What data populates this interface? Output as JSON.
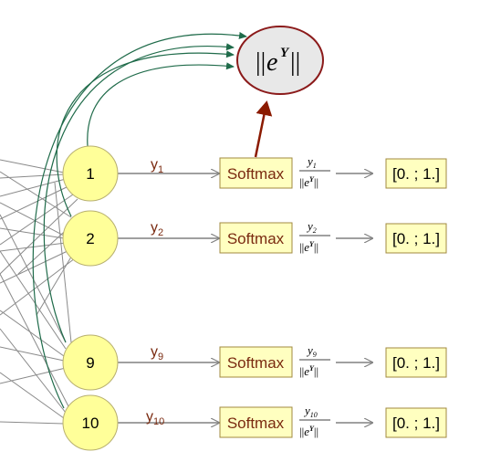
{
  "norm_node": {
    "bars": "||",
    "base": "e",
    "exponent": "Y"
  },
  "softmax_label": "Softmax",
  "rows": [
    {
      "neuron": "1",
      "y_base": "y",
      "y_sub": "1",
      "num_base": "y",
      "num_sub": "1",
      "range": "[0. ; 1.]"
    },
    {
      "neuron": "2",
      "y_base": "y",
      "y_sub": "2",
      "num_base": "y",
      "num_sub": "2",
      "range": "[0. ; 1.]"
    },
    {
      "neuron": "9",
      "y_base": "y",
      "y_sub": "9",
      "num_base": "y",
      "num_sub": "9",
      "range": "[0. ; 1.]"
    },
    {
      "neuron": "10",
      "y_base": "y",
      "y_sub": "10",
      "num_base": "y",
      "num_sub": "10",
      "range": "[0. ; 1.]"
    }
  ],
  "denominator": {
    "bars": "||",
    "base": "e",
    "exponent": "Y"
  },
  "colors": {
    "neuron_fill": "#ffff99",
    "neuron_stroke": "#b8b070",
    "softmax_fill": "#ffffc0",
    "softmax_stroke": "#a08a40",
    "norm_fill": "#e8e8e8",
    "norm_stroke": "#8b1a1a",
    "green_arrow": "#1f6b4a",
    "red_arrow": "#8b1a00",
    "gray_line": "#808080"
  }
}
